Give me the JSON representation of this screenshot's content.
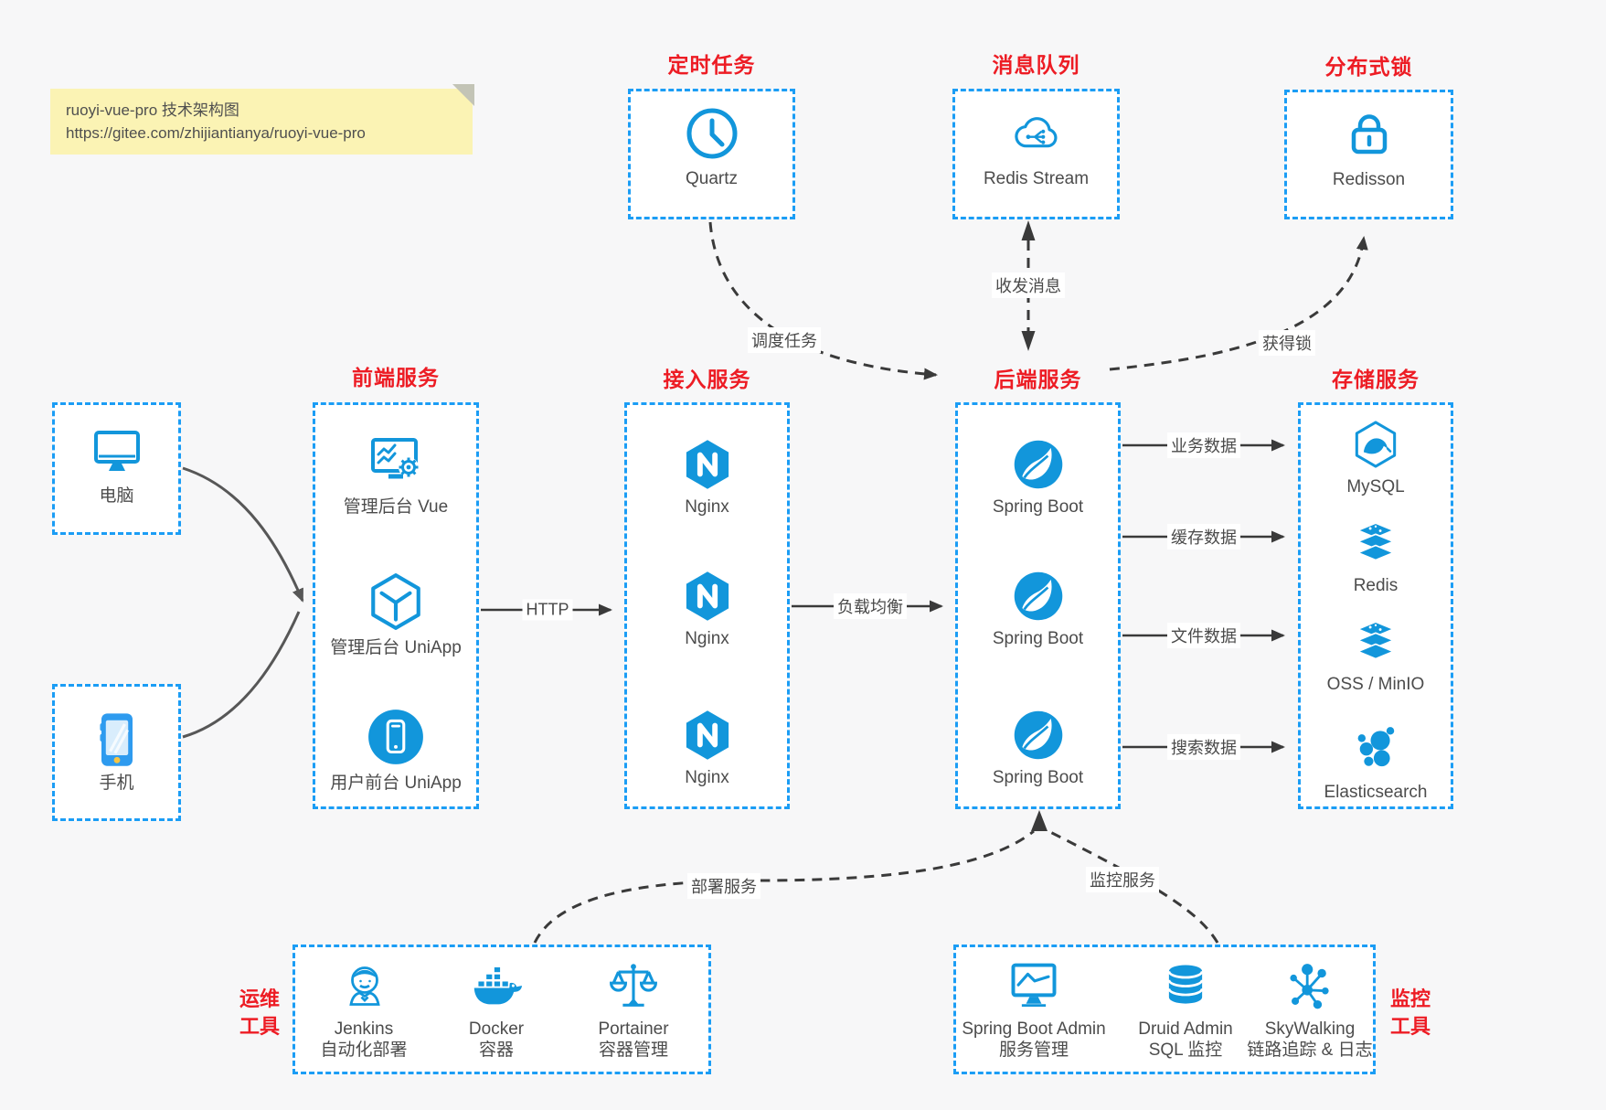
{
  "note": {
    "line1": "ruoyi-vue-pro 技术架构图",
    "line2": "https://gitee.com/zhijiantianya/ruoyi-vue-pro"
  },
  "groups": {
    "scheduled": {
      "title": "定时任务",
      "items": [
        {
          "icon": "clock-icon",
          "label": "Quartz"
        }
      ]
    },
    "mq": {
      "title": "消息队列",
      "items": [
        {
          "icon": "cloud-queue-icon",
          "label": "Redis Stream"
        }
      ]
    },
    "lock": {
      "title": "分布式锁",
      "items": [
        {
          "icon": "lock-icon",
          "label": "Redisson"
        }
      ]
    },
    "frontend": {
      "title": "前端服务",
      "items": [
        {
          "icon": "admin-vue-icon",
          "label": "管理后台 Vue"
        },
        {
          "icon": "uniapp-cube-icon",
          "label": "管理后台 UniApp"
        },
        {
          "icon": "user-uniapp-icon",
          "label": "用户前台 UniApp"
        }
      ]
    },
    "gateway": {
      "title": "接入服务",
      "items": [
        {
          "icon": "nginx-icon",
          "label": "Nginx"
        },
        {
          "icon": "nginx-icon",
          "label": "Nginx"
        },
        {
          "icon": "nginx-icon",
          "label": "Nginx"
        }
      ]
    },
    "backend": {
      "title": "后端服务",
      "items": [
        {
          "icon": "spring-boot-icon",
          "label": "Spring Boot"
        },
        {
          "icon": "spring-boot-icon",
          "label": "Spring Boot"
        },
        {
          "icon": "spring-boot-icon",
          "label": "Spring Boot"
        }
      ]
    },
    "storage": {
      "title": "存储服务",
      "items": [
        {
          "icon": "mysql-icon",
          "label": "MySQL"
        },
        {
          "icon": "redis-icon",
          "label": "Redis"
        },
        {
          "icon": "oss-minio-icon",
          "label": "OSS / MinIO"
        },
        {
          "icon": "elasticsearch-icon",
          "label": "Elasticsearch"
        }
      ]
    },
    "ops": {
      "title_line1": "运维",
      "title_line2": "工具",
      "items": [
        {
          "icon": "jenkins-icon",
          "label": "Jenkins",
          "sub": "自动化部署"
        },
        {
          "icon": "docker-icon",
          "label": "Docker",
          "sub": "容器"
        },
        {
          "icon": "portainer-icon",
          "label": "Portainer",
          "sub": "容器管理"
        }
      ]
    },
    "monitoring": {
      "title_line1": "监控",
      "title_line2": "工具",
      "items": [
        {
          "icon": "spring-boot-admin-icon",
          "label": "Spring Boot Admin",
          "sub": "服务管理"
        },
        {
          "icon": "druid-icon",
          "label": "Druid Admin",
          "sub": "SQL 监控"
        },
        {
          "icon": "skywalking-icon",
          "label": "SkyWalking",
          "sub": "链路追踪 & 日志"
        }
      ]
    }
  },
  "clients": {
    "pc": {
      "icon": "desktop-icon",
      "label": "电脑"
    },
    "mobile": {
      "icon": "phone-icon",
      "label": "手机"
    }
  },
  "edge_labels": {
    "http": "HTTP",
    "load_balance": "负载均衡",
    "business_data": "业务数据",
    "cache_data": "缓存数据",
    "file_data": "文件数据",
    "search_data": "搜索数据",
    "schedule_task": "调度任务",
    "send_receive_message": "收发消息",
    "acquire_lock": "获得锁",
    "deploy_service": "部署服务",
    "monitor_service": "监控服务"
  },
  "colors": {
    "icon_blue": "#1296db",
    "border_blue": "#1b9df5",
    "title_red": "#ed1c24",
    "line_gray": "#3a3a3a",
    "note_bg": "#fbf3b4",
    "canvas_bg": "#f7f7f8"
  }
}
